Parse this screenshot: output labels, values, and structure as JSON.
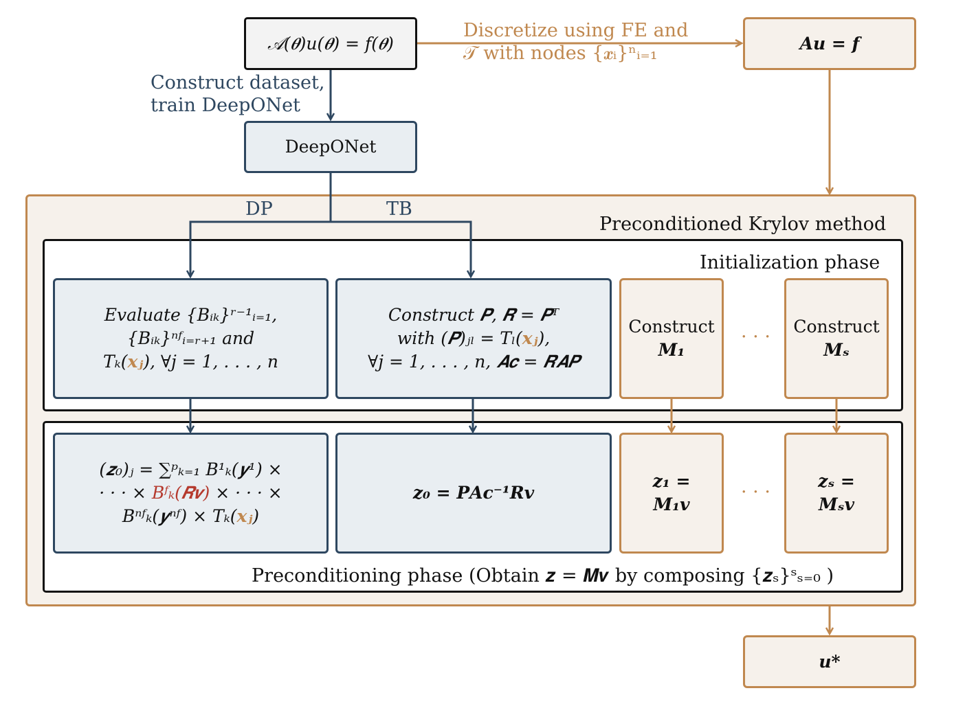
{
  "top_eq": "𝒜(𝜽)u(𝜽) = f(𝜽)",
  "discretize_line1": "Discretize using FE and",
  "discretize_line2": "𝒯 with nodes {𝒙ᵢ}ⁿᵢ₌₁",
  "fe_system": "𝑨𝒖 = 𝒇",
  "construct_line1": "Construct dataset,",
  "construct_line2": "train DeepONet",
  "deeponet": "DeepONet",
  "dp_label": "DP",
  "tb_label": "TB",
  "krylov_title": "Preconditioned Krylov method",
  "init_title": "Initialization phase",
  "precond_title": "Preconditioning phase (Obtain 𝒛 = 𝑴𝒗 by composing {𝒛ₛ}ˢₛ₌₀ )",
  "eval_box": {
    "line1": "Evaluate {Bᵢₖ}ʳ⁻¹ᵢ₌₁,",
    "line2": "{Bᵢₖ}ⁿᶠᵢ₌ᵣ₊₁ and",
    "line3a": "Tₖ(",
    "line3b": "𝒙ⱼ",
    "line3c": "), ∀j = 1, . . . , n"
  },
  "tb_box": {
    "line1": "Construct 𝑷, 𝑹 = 𝑷ᵀ",
    "line2a": "with (𝑷)ⱼₗ = Tₗ(",
    "line2b": "𝒙ⱼ",
    "line2c": "),",
    "line3": "∀j = 1, . . . , n, 𝑨𝒄 = 𝑹𝑨𝑷"
  },
  "m1_box": {
    "line1": "Construct",
    "line2": "𝑴₁"
  },
  "ms_box": {
    "line1": "Construct",
    "line2": "𝑴ₛ"
  },
  "ellipsis": "· · ·",
  "dp_apply": {
    "line1": "(𝒛₀)ⱼ = ∑ᵖₖ₌₁ B¹ₖ(𝒚¹) ×",
    "line2a": "· · · × ",
    "line2b": "Bᶠₖ(𝑹𝒗)",
    "line2c": " × · · · ×",
    "line3a": "Bⁿᶠₖ(𝒚ⁿᶠ) × Tₖ(",
    "line3b": "𝒙ⱼ",
    "line3c": ")"
  },
  "tb_apply": "𝒛₀ = 𝑷𝑨𝒄⁻¹𝑹𝒗",
  "z1_box": {
    "line1": "𝒛₁ =",
    "line2": "𝑴₁𝒗"
  },
  "zs_box": {
    "line1": "𝒛ₛ =",
    "line2": "𝑴ₛ𝒗"
  },
  "solution": "𝒖*",
  "colors": {
    "blue": "#2e4760",
    "tan": "#c0884f",
    "red": "#b53a2e",
    "black": "#111111"
  }
}
